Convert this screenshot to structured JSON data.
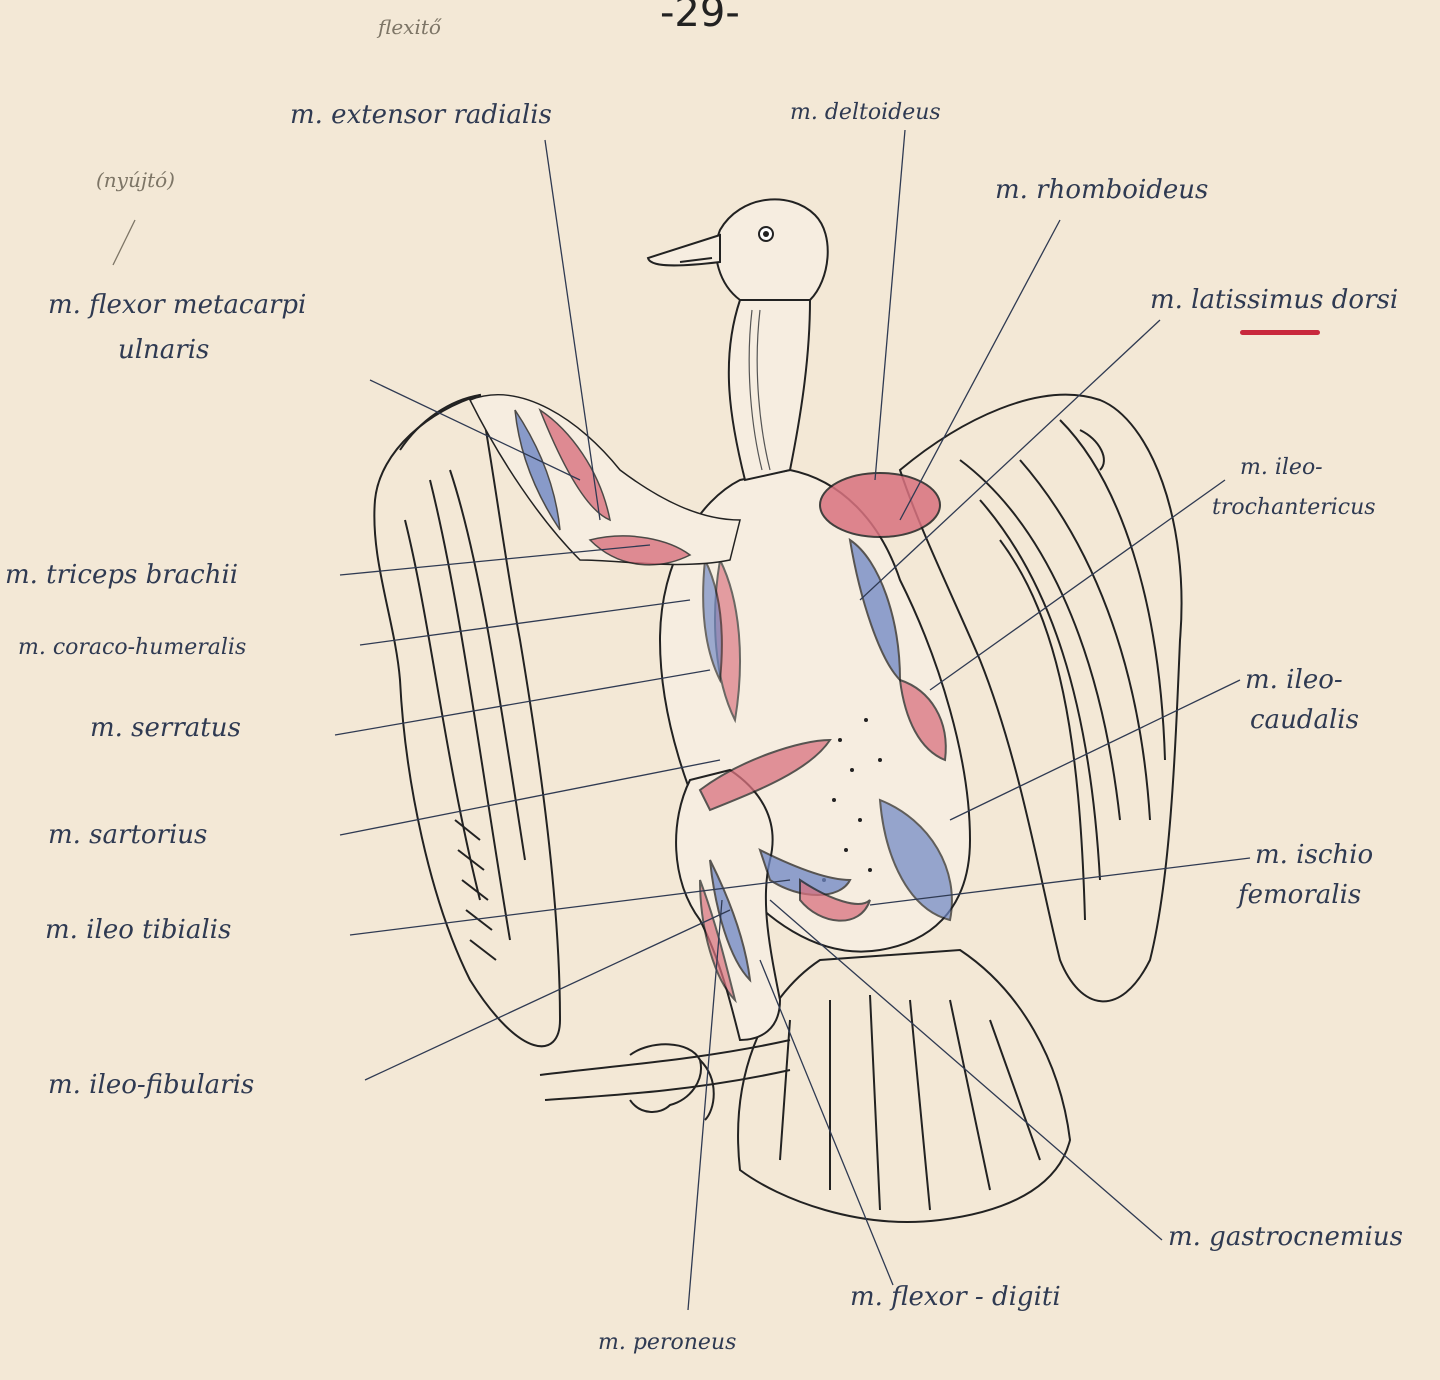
{
  "page": {
    "number": "-29-"
  },
  "annotations": {
    "pencil_top": "flexitő",
    "pencil_left": "(nyújtó)"
  },
  "labels": {
    "extensor": "m. extensor radialis",
    "deltoideus": "m. deltoideus",
    "rhomboideus": "m. rhomboideus",
    "latissimus": "m. latissimus dorsi",
    "flexor_meta_1": "m. flexor metacarpi",
    "flexor_meta_2": "ulnaris",
    "ileo_troch_1": "m. ileo-",
    "ileo_troch_2": "trochantericus",
    "triceps": "m. triceps brachii",
    "coraco": "m. coraco-humeralis",
    "serratus": "m. serratus",
    "ileo_caud_1": "m. ileo-",
    "ileo_caud_2": "caudalis",
    "sartorius": "m. sartorius",
    "ischio_1": "m. ischio",
    "ischio_2": "femoralis",
    "ileo_tib": "m. ileo tibialis",
    "ileo_fib": "m. ileo-fibularis",
    "gastro": "m. gastrocnemius",
    "flexor_dig": "m. flexor - digiti",
    "peroneus": "m. peroneus"
  },
  "colors": {
    "paper": "#f3e8d6",
    "ink": "#2f3a52",
    "muscle_red": "#d9727f",
    "muscle_blue": "#6d86c4",
    "underline_red": "#c8283c",
    "pencil": "#7d7566"
  }
}
